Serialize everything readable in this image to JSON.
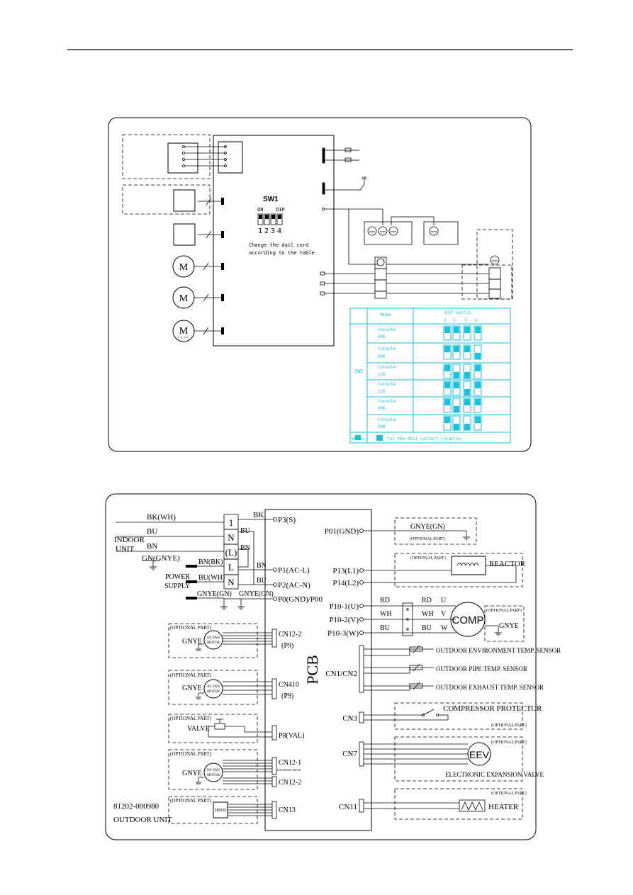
{
  "top_diagram": {
    "switch_label": "SW1",
    "switch_on": "ON",
    "switch_dip": "DIP",
    "switch_positions": [
      "1",
      "2",
      "3",
      "4"
    ],
    "dial_note_line1": "Change the dail cord",
    "dial_note_line2": "according to the table",
    "motor_symbol": "M",
    "table": {
      "header_mode": "Mode",
      "header_dip": "DIP Switch",
      "dip_numbers": [
        "1",
        "2",
        "3",
        "4"
      ],
      "row_group_label": "SW1",
      "rows": [
        {
          "mode_line1": "Console",
          "mode_line2": "09K",
          "dial": [
            1,
            1,
            1,
            1
          ]
        },
        {
          "mode_line1": "Console",
          "mode_line2": "09K",
          "dial": [
            1,
            1,
            1,
            0
          ]
        },
        {
          "mode_line1": "Console",
          "mode_line2": "12K",
          "dial": [
            1,
            0,
            0,
            1
          ]
        },
        {
          "mode_line1": "Console",
          "mode_line2": "12K",
          "dial": [
            1,
            1,
            0,
            1
          ]
        },
        {
          "mode_line1": "Console",
          "mode_line2": "09K",
          "dial": [
            1,
            0,
            1,
            1
          ]
        },
        {
          "mode_line1": "Console",
          "mode_line2": "09K",
          "dial": [
            1,
            0,
            0,
            1
          ]
        }
      ],
      "notes_label": "Notes:",
      "notes_text": "for the dial contact location."
    }
  },
  "bottom_diagram": {
    "left_wires": [
      "BK(WH)",
      "BU",
      "BN",
      "GN(GNYE)"
    ],
    "indoor_unit_line1": "INDOOR",
    "indoor_unit_line2": "UNIT",
    "terminal_labels": [
      "1",
      "N",
      "(L)",
      "L",
      "N"
    ],
    "wire_bk": "BK",
    "wire_bu_short": "BU",
    "wire_bn_short": "BN",
    "wire_bn2": "BN",
    "wire_bu2": "BU",
    "power_supply_line1": "POWER",
    "power_supply_line2": "SUPPLY",
    "supply_wires": [
      "BN(BK)",
      "BU(WH)",
      "GNYE(GN)"
    ],
    "gnye_gn_label": "GNYE(GN)",
    "pcb_label": "PCB",
    "pcb_left_ports": [
      "P3(S)",
      "P1(AC-L)",
      "P2(AC-N)",
      "P0(GND)/P00",
      "CN12-2",
      "(P9)",
      "CN410",
      "(P9)",
      "P8(VAL)",
      "CN12-1",
      "EXTERNAL MOTE",
      "CN12-2",
      "CN13"
    ],
    "optional_part": "(OPTIONAL PART)",
    "gnye": "GNYE",
    "dc_fan_motor_line1": "DC FAN",
    "dc_fan_motor_line2": "MOTOR",
    "ac_fan_motor_line1": "AC FAN",
    "ac_fan_motor_line2": "MOTOR",
    "valve": "VALVE",
    "dred": "DRED",
    "model_code": "81202-000980",
    "outdoor_unit": "OUTDOOR UNIT",
    "right_ports": [
      "P01(GND)",
      "P13(L1)",
      "P14(L2)",
      "P10-1(U)",
      "P10-2(V)",
      "P10-3(W)",
      "CN1/CN2",
      "CN3",
      "CN7",
      "CN11"
    ],
    "gnye_gn_right": "GNYE(GN)",
    "reactor": "REACTOR",
    "comp_wires_left": [
      "RD",
      "WH",
      "BU"
    ],
    "comp_wires_right": [
      "RD",
      "WH",
      "BU"
    ],
    "comp_phases": [
      "U",
      "V",
      "W"
    ],
    "comp": "COMP",
    "sensors": [
      "OUTDOOR ENVIRONMENT TEMP. SENSOR",
      "OUTDOOR PIPE TEMP. SENSOR",
      "OUTDOOR EXHAUST TEMP. SENSOR"
    ],
    "compressor_protector": "COMPRESSOR PROTECTOR",
    "eev": "EEV",
    "electronic_expansion_valve": "ELECTRONIC EXPANSION VALVE",
    "heater": "HEATER"
  },
  "colors": {
    "accent": "#19c2dd",
    "line": "#000000"
  }
}
